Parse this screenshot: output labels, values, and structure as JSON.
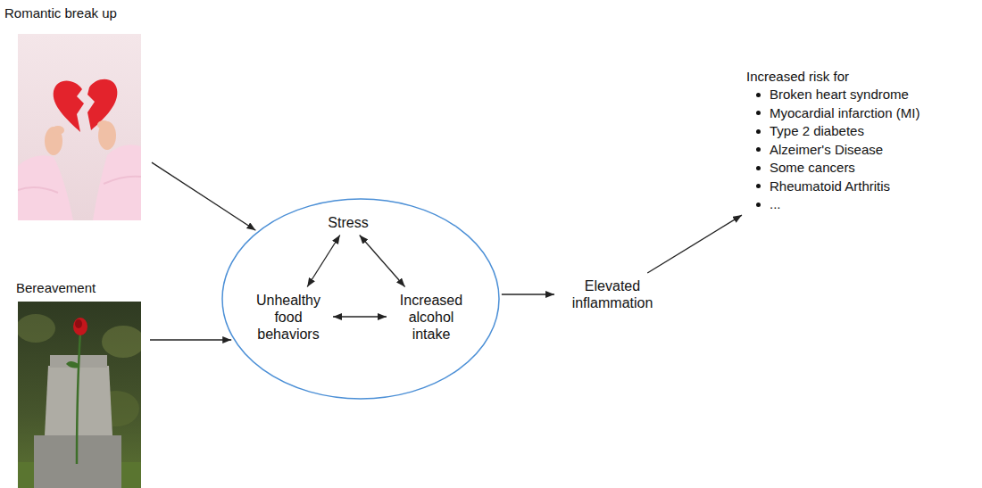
{
  "diagram": {
    "nodes": [
      {
        "text": [
          "Romantic break up"
        ]
      },
      {
        "text": [
          "Bereavement"
        ]
      },
      {
        "text": []
      },
      {
        "text": [
          "Stress"
        ],
        "in": 2
      },
      {
        "text": [
          "Unhealthy food behaviors"
        ],
        "in": 2
      },
      {
        "text": [
          "Increased alcohol intake"
        ],
        "in": 2
      },
      {
        "text": [
          "Elevated inflammation"
        ]
      },
      {
        "text": [
          "Increased risk for",
          "Broken heart syndrome",
          "Myocardial infarction (MI)",
          "Type 2 diabetes",
          "Alzeimer's Disease",
          "Some cancers",
          "Rheumatoid Arthritis",
          "..."
        ]
      }
    ],
    "edges": [
      {
        "from": 0,
        "to": 2,
        "arrow": "to"
      },
      {
        "from": 1,
        "to": 2,
        "arrow": "to"
      },
      {
        "from": 3,
        "to": 4,
        "arrow": "both"
      },
      {
        "from": 3,
        "to": 5,
        "arrow": "both"
      },
      {
        "from": 4,
        "to": 5,
        "arrow": "both"
      },
      {
        "from": 2,
        "to": 6,
        "arrow": "to"
      },
      {
        "from": 6,
        "to": 7,
        "arrow": "to"
      }
    ]
  }
}
